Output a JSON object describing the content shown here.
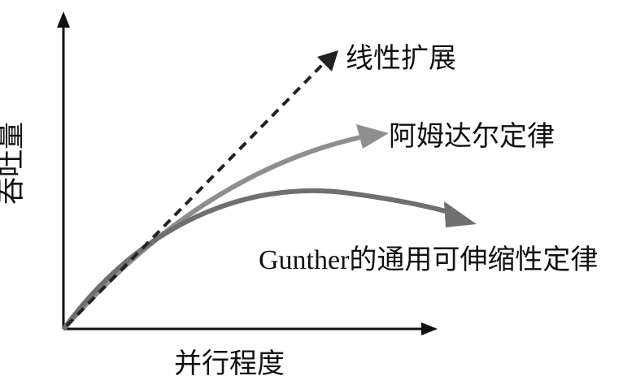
{
  "axes": {
    "x_label": "并行程度",
    "y_label": "吞吐量"
  },
  "curves": {
    "linear": {
      "label": "线性扩展",
      "color": "#222222"
    },
    "amdahl": {
      "label": "阿姆达尔定律",
      "color": "#8e8e8e"
    },
    "usl": {
      "label": "Gunther的通用可伸缩性定律",
      "color": "#6f6f6f"
    }
  }
}
